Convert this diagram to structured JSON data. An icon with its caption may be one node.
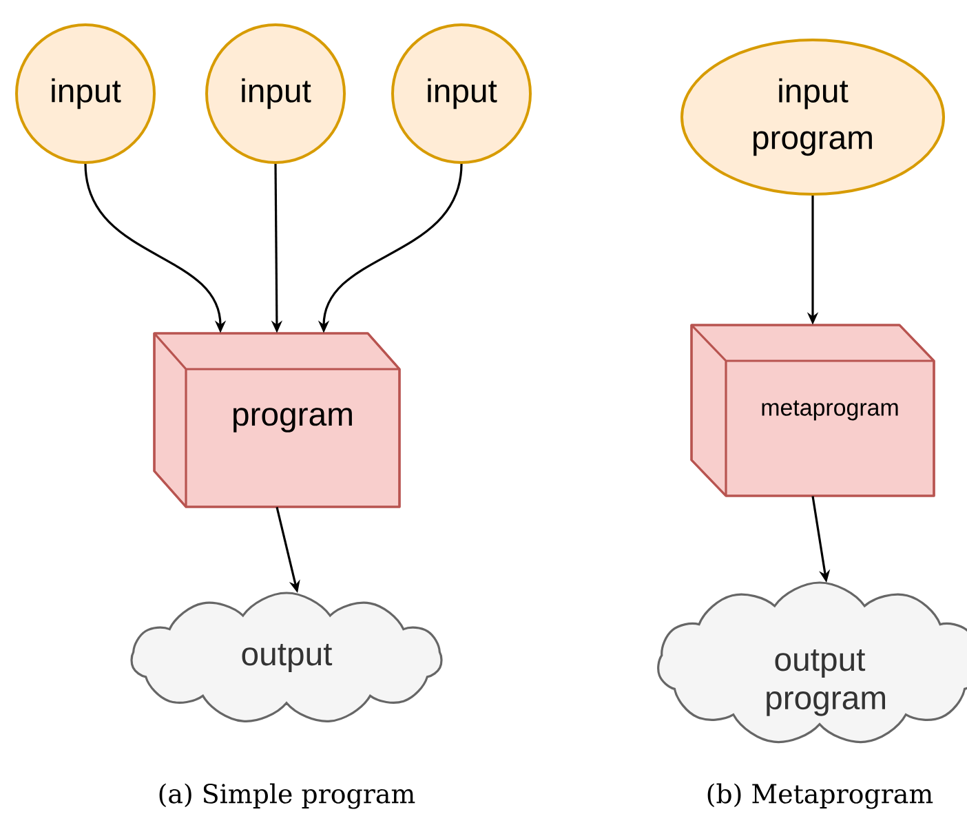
{
  "diagram": {
    "nodes": [
      {
        "text": [
          "input"
        ]
      },
      {
        "text": [
          "input"
        ]
      },
      {
        "text": [
          "input"
        ]
      },
      {
        "text": [
          "program"
        ]
      },
      {
        "text": [
          "output"
        ]
      },
      {
        "text": [
          "input program"
        ]
      },
      {
        "text": [
          "metaprogram"
        ]
      },
      {
        "text": [
          "output program"
        ]
      }
    ],
    "edges": [
      {
        "from": 0,
        "to": 3,
        "arrow": "to"
      },
      {
        "from": 1,
        "to": 3,
        "arrow": "to"
      },
      {
        "from": 2,
        "to": 3,
        "arrow": "to"
      },
      {
        "from": 3,
        "to": 4,
        "arrow": "to"
      },
      {
        "from": 5,
        "to": 6,
        "arrow": "to"
      },
      {
        "from": 6,
        "to": 7,
        "arrow": "to"
      }
    ],
    "labels": [
      "(a) Simple program",
      "(b) Metaprogram"
    ]
  }
}
